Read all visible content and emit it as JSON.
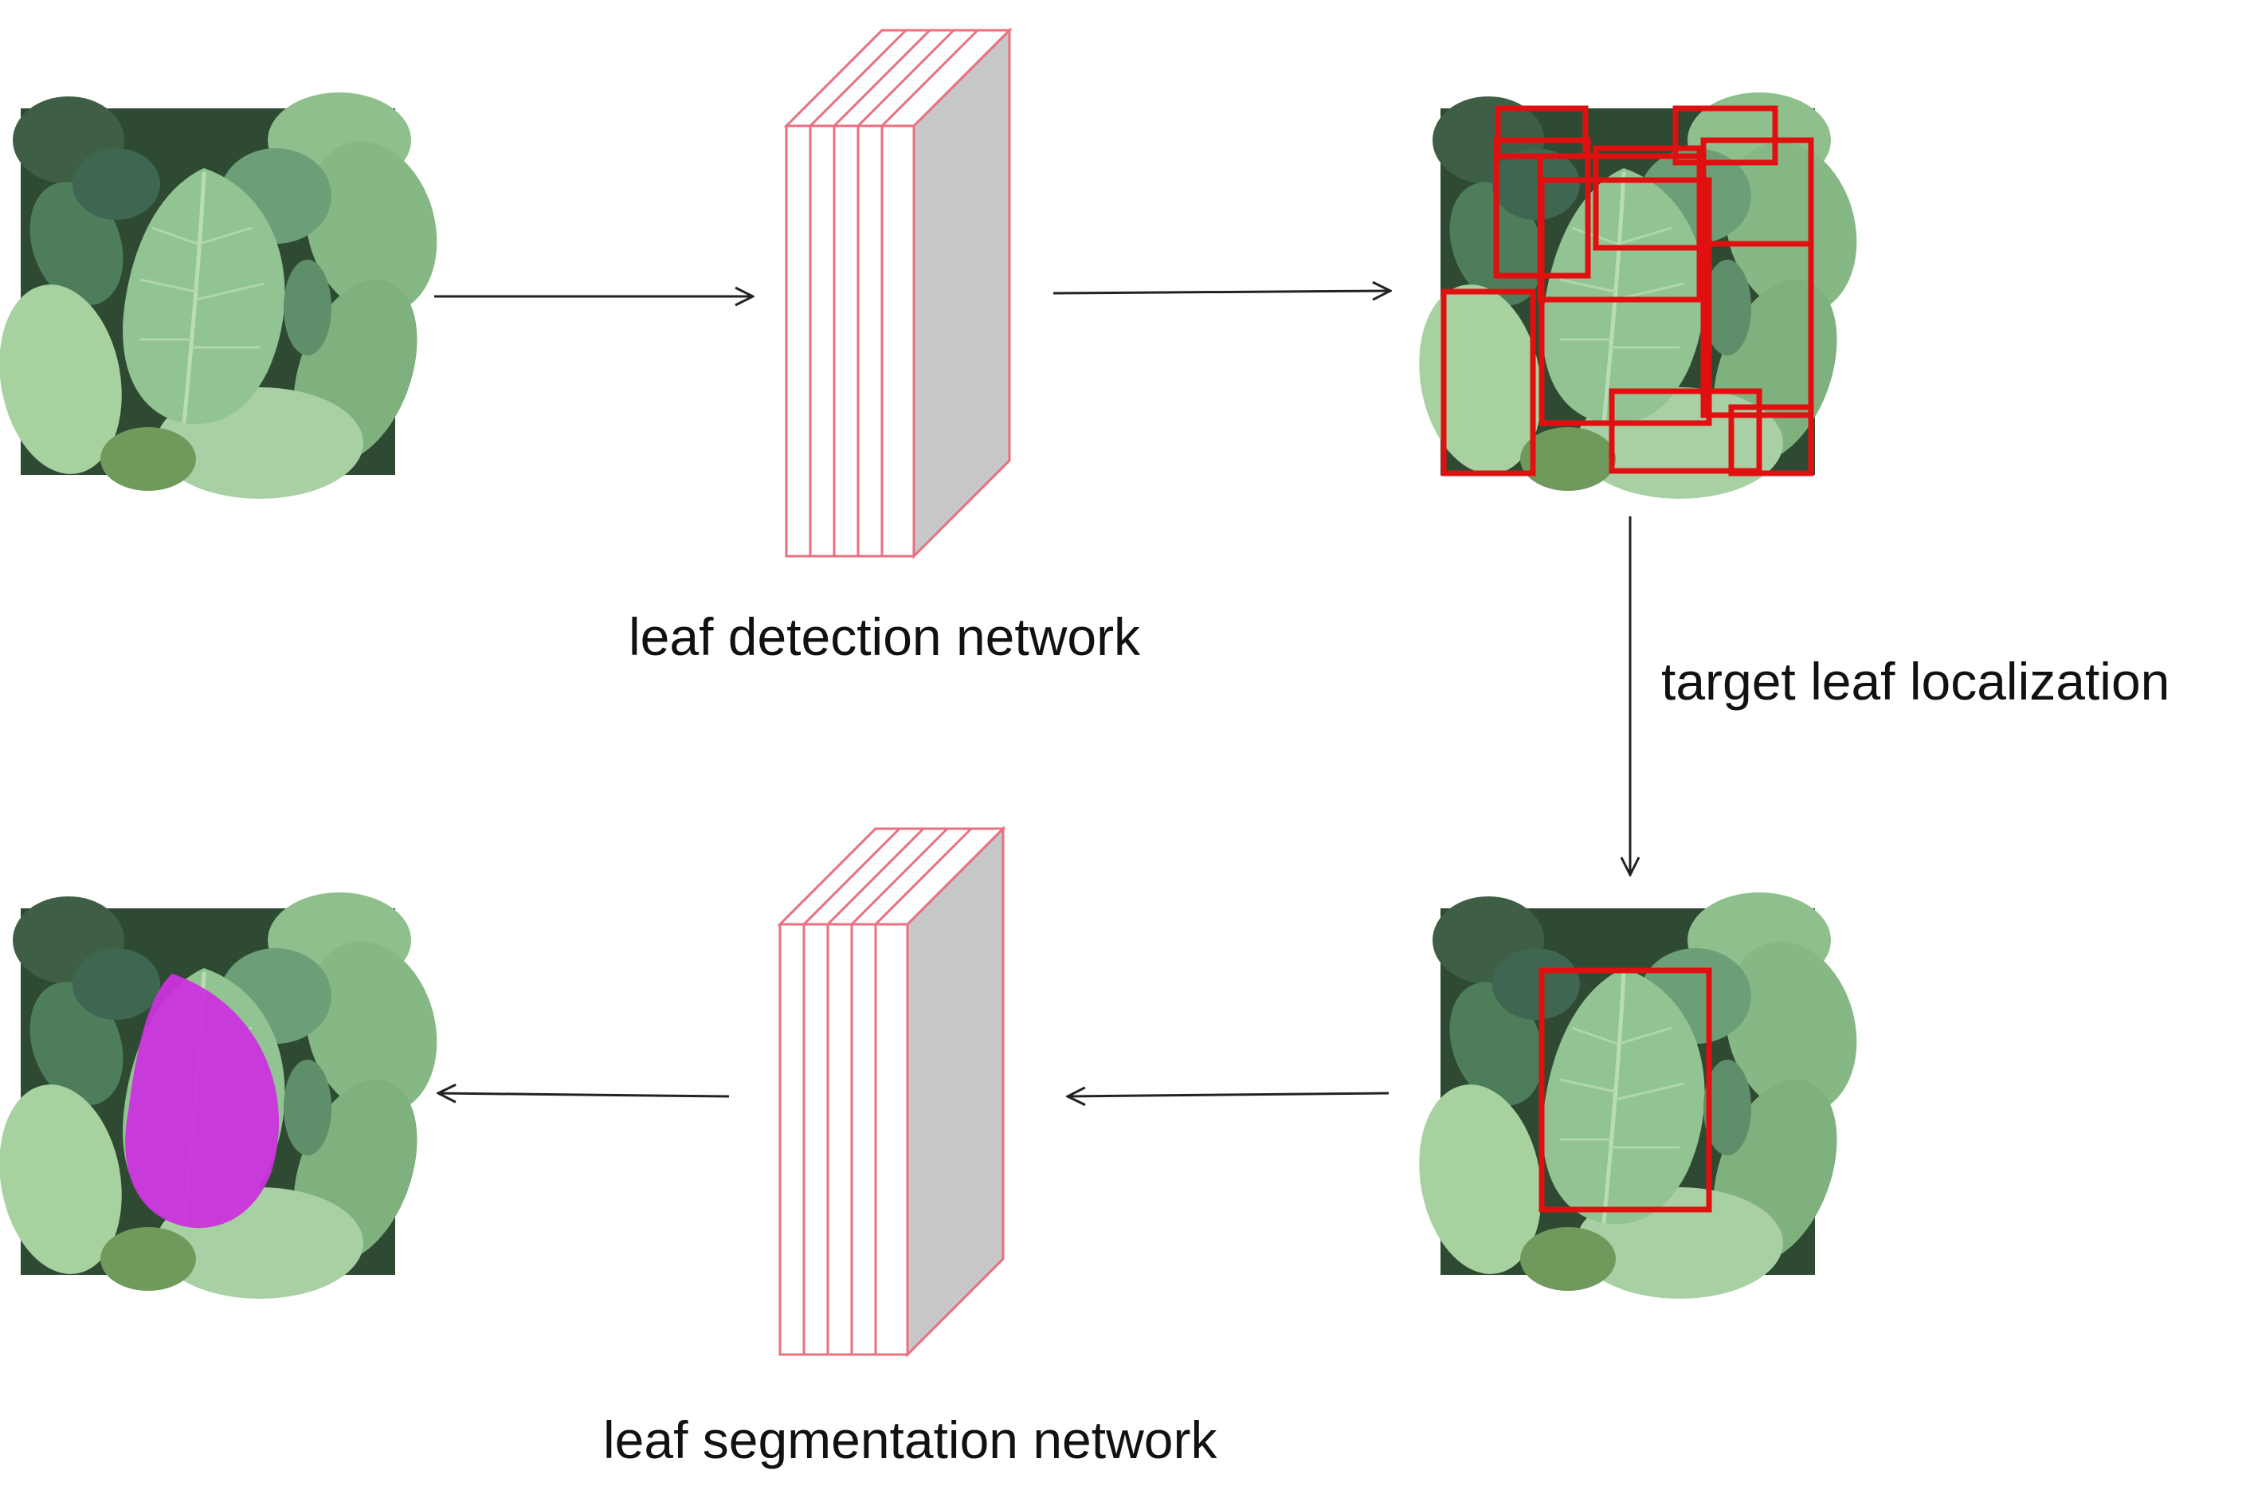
{
  "labels": {
    "detection_network": "leaf detection network",
    "segmentation_network": "leaf segmentation network",
    "localization_step": "target leaf localization"
  },
  "colors": {
    "layer_stroke": "#e8707f",
    "layer_fill": "#ffffff",
    "layer_side": "#c8c8c8",
    "box": "#e01010",
    "mask": "#cc33dd",
    "leaf_light": "#9fcd9c",
    "leaf_mid": "#7fb584",
    "leaf_dark": "#4f7a5a",
    "foliage_bg": "#2f4a32",
    "arrow": "#222222"
  },
  "icons": {
    "input_image": "soybean-leaf-photo-icon",
    "network_block": "stacked-layers-icon",
    "arrow": "arrow-icon"
  }
}
